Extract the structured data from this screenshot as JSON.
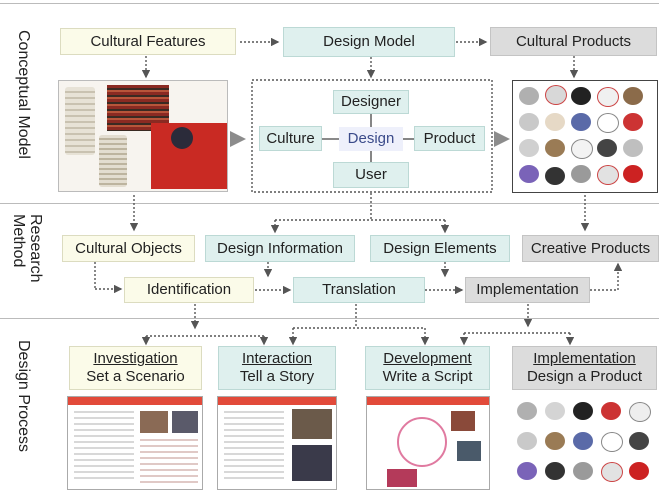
{
  "rows": {
    "conceptual": "Conceptual  Model",
    "research": "Research\nMethod",
    "process": "Design  Process"
  },
  "conceptual": {
    "features": "Cultural Features",
    "model": "Design Model",
    "products": "Cultural Products",
    "designer": "Designer",
    "culture": "Culture",
    "design": "Design",
    "product": "Product",
    "user": "User"
  },
  "research": {
    "objects": "Cultural Objects",
    "information": "Design Information",
    "elements": "Design Elements",
    "creative": "Creative Products",
    "identification": "Identification",
    "translation": "Translation",
    "implementation": "Implementation"
  },
  "process": [
    {
      "title": "Investigation",
      "sub": "Set a Scenario"
    },
    {
      "title": "Interaction",
      "sub": "Tell a Story"
    },
    {
      "title": "Development",
      "sub": "Write a Script"
    },
    {
      "title": "Implementation",
      "sub": "Design a Product"
    }
  ],
  "colors": {
    "cream": "#fbfbe9",
    "teal": "#dff0ee",
    "grey": "#dcdcdc",
    "arrow": "#555555"
  }
}
